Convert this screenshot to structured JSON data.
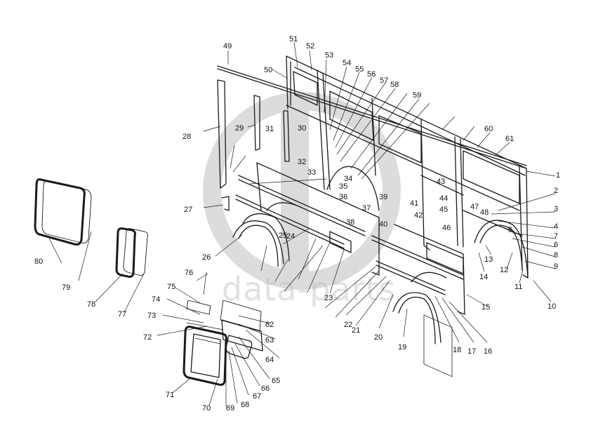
{
  "watermark": {
    "text": "data-parts",
    "color": "#bdbdbd"
  },
  "callouts": [
    "1",
    "2",
    "3",
    "4",
    "5",
    "6",
    "7",
    "8",
    "9",
    "10",
    "11",
    "12",
    "13",
    "14",
    "15",
    "16",
    "17",
    "18",
    "19",
    "20",
    "21",
    "22",
    "23",
    "24",
    "25",
    "26",
    "27",
    "28",
    "29",
    "30",
    "31",
    "32",
    "33",
    "34",
    "35",
    "36",
    "37",
    "38",
    "39",
    "40",
    "41",
    "42",
    "43",
    "44",
    "45",
    "46",
    "47",
    "48",
    "49",
    "50",
    "51",
    "52",
    "53",
    "54",
    "55",
    "56",
    "57",
    "58",
    "59",
    "60",
    "61",
    "62",
    "63",
    "64",
    "65",
    "66",
    "67",
    "68",
    "69",
    "70",
    "71",
    "72",
    "73",
    "74",
    "75",
    "76",
    "77",
    "78",
    "79",
    "80"
  ]
}
